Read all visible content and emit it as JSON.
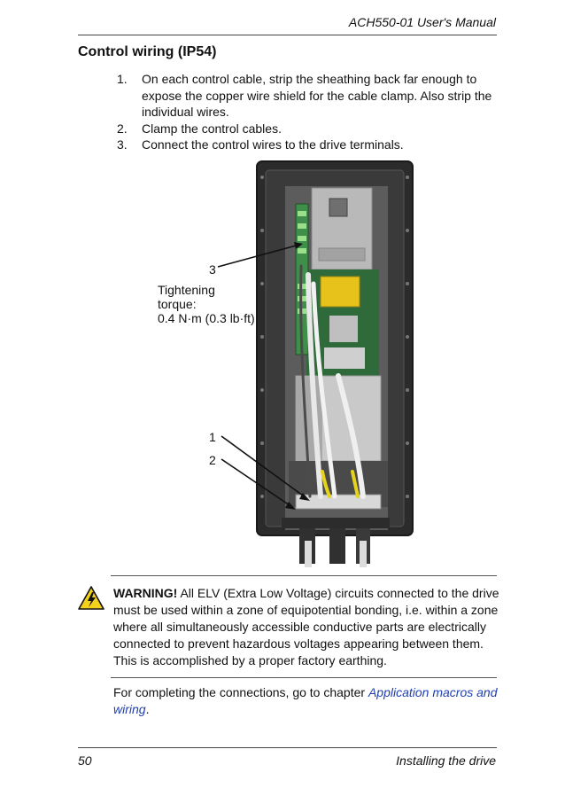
{
  "header": {
    "manual_title": "ACH550-01 User's Manual"
  },
  "section": {
    "title": "Control wiring (IP54)"
  },
  "steps": [
    {
      "num": "1.",
      "text": "On each control cable, strip the sheathing back far enough to expose the copper wire shield for the cable clamp. Also strip the individual wires."
    },
    {
      "num": "2.",
      "text": "Clamp the control cables."
    },
    {
      "num": "3.",
      "text": "Connect the control wires to the drive terminals."
    }
  ],
  "figure": {
    "callout_3": "3",
    "torque_line1": "Tightening",
    "torque_line2": "torque:",
    "torque_line3": "0.4 N·m (0.3 lb·ft)",
    "callout_1": "1",
    "callout_2": "2"
  },
  "warning": {
    "icon": "high-voltage-warning-icon",
    "label": "WARNING!",
    "text": " All ELV (Extra Low Voltage) circuits connected to the drive must be used within a zone of equipotential bonding, i.e. within a zone where all simultaneously accessible conductive parts are electrically connected to prevent hazardous voltages appearing between them. This is accomplished by a proper factory earthing."
  },
  "next": {
    "prefix": "For completing the connections, go to chapter ",
    "link": "Application macros and wiring",
    "suffix": "."
  },
  "footer": {
    "page_number": "50",
    "chapter_title": "Installing the drive"
  },
  "colors": {
    "link": "#1f3fb0",
    "warning_yellow": "#f2d21b"
  }
}
